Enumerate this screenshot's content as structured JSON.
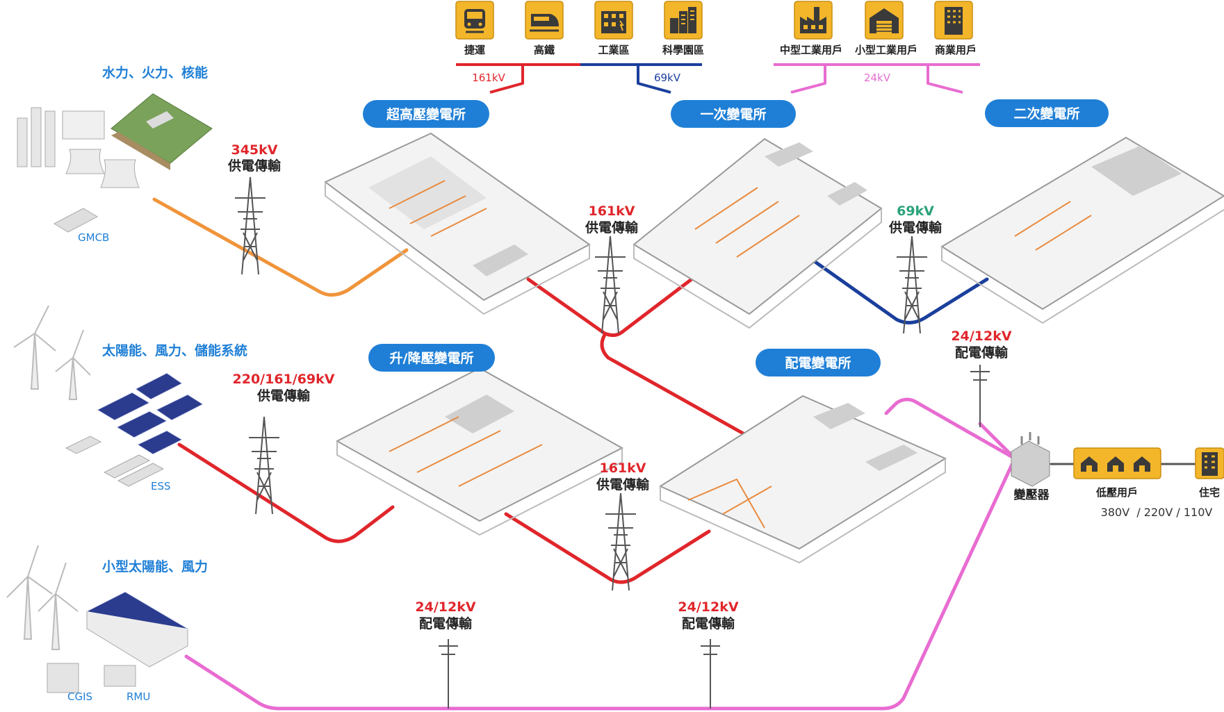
{
  "sources": {
    "hydro_thermal_nuclear": "水力、火力、核能",
    "solar_wind_ess": "太陽能、風力、儲能系統",
    "small_solar_wind": "小型太陽能、風力",
    "gmcb": "GMCB",
    "ess": "ESS",
    "cgis": "CGIS",
    "rmu": "RMU"
  },
  "substations": {
    "ultra_high": "超高壓變電所",
    "primary": "一次變電所",
    "secondary": "二次變電所",
    "step_up_down": "升/降壓變電所",
    "distribution": "配電變電所"
  },
  "transmission": {
    "v345": "345kV",
    "v161a": "161kV",
    "v69": "69kV",
    "v220": "220/161/69kV",
    "v161b": "161kV",
    "supply": "供電傳輸",
    "v2412": "24/12kV",
    "distribute": "配電傳輸"
  },
  "top_consumers": {
    "mrt": "捷運",
    "hsr": "高鐵",
    "industrial_zone": "工業區",
    "science_park": "科學園區",
    "medium_industrial": "中型工業用戶",
    "small_industrial": "小型工業用戶",
    "commercial": "商業用戶",
    "tap_161": "161kV",
    "tap_69": "69kV",
    "tap_24": "24kV"
  },
  "end_users": {
    "transformer": "變壓器",
    "low_voltage": "低壓用戶",
    "residential": "住宅",
    "voltages": "380V  / 220V / 110V"
  },
  "colors": {
    "pill": "#1f7fd6",
    "red_line": "#e0262b",
    "orange_line": "#f0943a",
    "blue_line": "#1a3f9c",
    "pink_line": "#e86cd1",
    "icon_bg": "#f3b62a"
  },
  "icons": {
    "mrt": "train-icon",
    "hsr": "high-speed-rail-icon",
    "industrial_zone": "industrial-zone-icon",
    "science_park": "science-park-icon",
    "medium_industrial": "factory-icon",
    "small_industrial": "warehouse-icon",
    "commercial": "office-building-icon",
    "low_voltage": "houses-icon",
    "residential": "apartment-icon"
  }
}
